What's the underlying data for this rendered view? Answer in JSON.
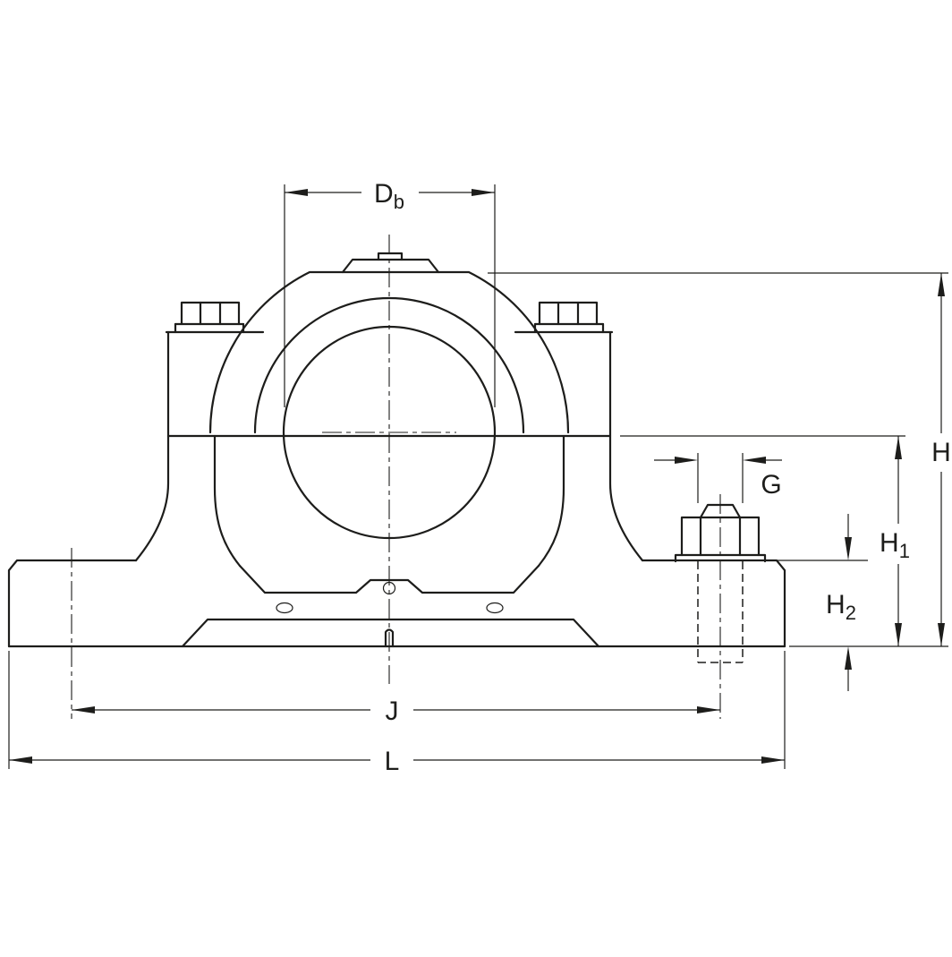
{
  "drawing": {
    "background": "#ffffff",
    "line_color": "#1d1d1b",
    "labels": {
      "bore_diameter": {
        "main": "D",
        "sub": "b"
      },
      "bolt_size": {
        "main": "G"
      },
      "total_height": {
        "main": "H"
      },
      "center_height": {
        "main": "H",
        "sub": "1"
      },
      "base_height": {
        "main": "H",
        "sub": "2"
      },
      "bolt_spacing": {
        "main": "J"
      },
      "total_length": {
        "main": "L"
      }
    }
  }
}
